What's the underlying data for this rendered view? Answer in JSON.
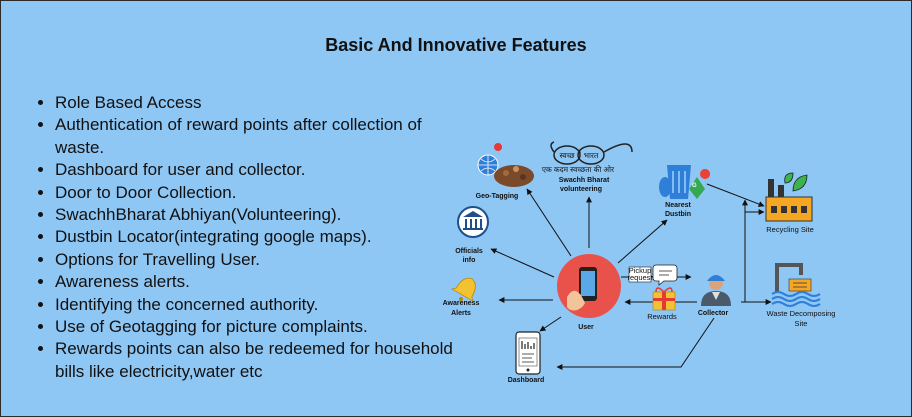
{
  "title": "Basic And Innovative Features",
  "features": [
    "Role Based Access",
    "Authentication of reward points after collection of waste.",
    "Dashboard for user and collector.",
    "Door to Door Collection.",
    "SwachhBharat Abhiyan(Volunteering).",
    "Dustbin Locator(integrating google maps).",
    "Options for Travelling User.",
    "Awareness alerts.",
    "Identifying the concerned authority.",
    "Use of Geotagging for picture complaints.",
    "Rewards points can also be redeemed for household bills like electricity,water etc"
  ],
  "diagram": {
    "nodes": {
      "geo_tagging": "Geo-Tagging",
      "swachh_line1": "Swachh Bharat",
      "swachh_line2": "volunteering",
      "swachh_slogan": "एक कदम स्वच्छता की ओर",
      "swachh_left": "स्वच्छ",
      "swachh_right": "भारत",
      "nearest_line1": "Nearest",
      "nearest_line2": "Dustbin",
      "recycling": "Recycling Site",
      "officials_line1": "Officials",
      "officials_line2": "info",
      "awareness_line1": "Awareness",
      "awareness_line2": "Alerts",
      "user": "User",
      "pickup_line1": "Pickup",
      "pickup_line2": "request",
      "rewards": "Rewards",
      "collector": "Collector",
      "decompose_line1": "Waste Decomposing",
      "decompose_line2": "Site",
      "dashboard": "Dashboard"
    },
    "colors": {
      "background": "#8ec6f4",
      "user_circle": "#e8524a",
      "recycle": "#f5a623",
      "dustbin": "#2f7ed8"
    }
  }
}
